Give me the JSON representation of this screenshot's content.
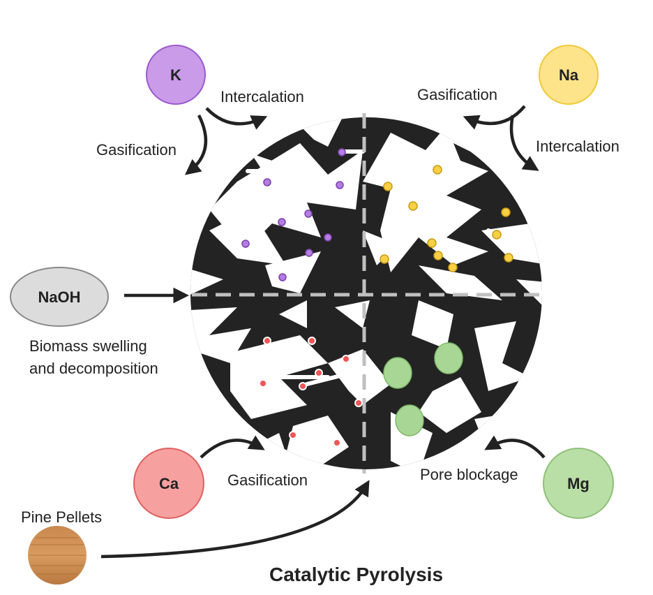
{
  "ions": {
    "k": {
      "label": "K",
      "fill": "#c99be8",
      "stroke": "#9b59d0"
    },
    "na": {
      "label": "Na",
      "fill": "#fde48a",
      "stroke": "#f0c93a"
    },
    "naoh": {
      "label": "NaOH",
      "fill": "#dcdcdc",
      "stroke": "#888888"
    },
    "ca": {
      "label": "Ca",
      "fill": "#f7a0a0",
      "stroke": "#e06060"
    },
    "mg": {
      "label": "Mg",
      "fill": "#b9dfa6",
      "stroke": "#8fc07a"
    }
  },
  "labels": {
    "k_intercalation": "Intercalation",
    "k_gasification": "Gasification",
    "na_gasification": "Gasification",
    "na_intercalation": "Intercalation",
    "naoh_effect_line1": "Biomass swelling",
    "naoh_effect_line2": "and decomposition",
    "ca_gasification": "Gasification",
    "mg_pore_blockage": "Pore blockage",
    "pine_pellets": "Pine Pellets",
    "process": "Catalytic Pyrolysis"
  },
  "colors": {
    "char": "#232323",
    "pore": "#ffffff",
    "k_dot": "#b57de0",
    "na_dot": "#f9cf45",
    "ca_dot": "#e84a4a",
    "mg_particle": "#a8d795",
    "divider": "#c0c0c0",
    "pellet": "#c98a52"
  }
}
